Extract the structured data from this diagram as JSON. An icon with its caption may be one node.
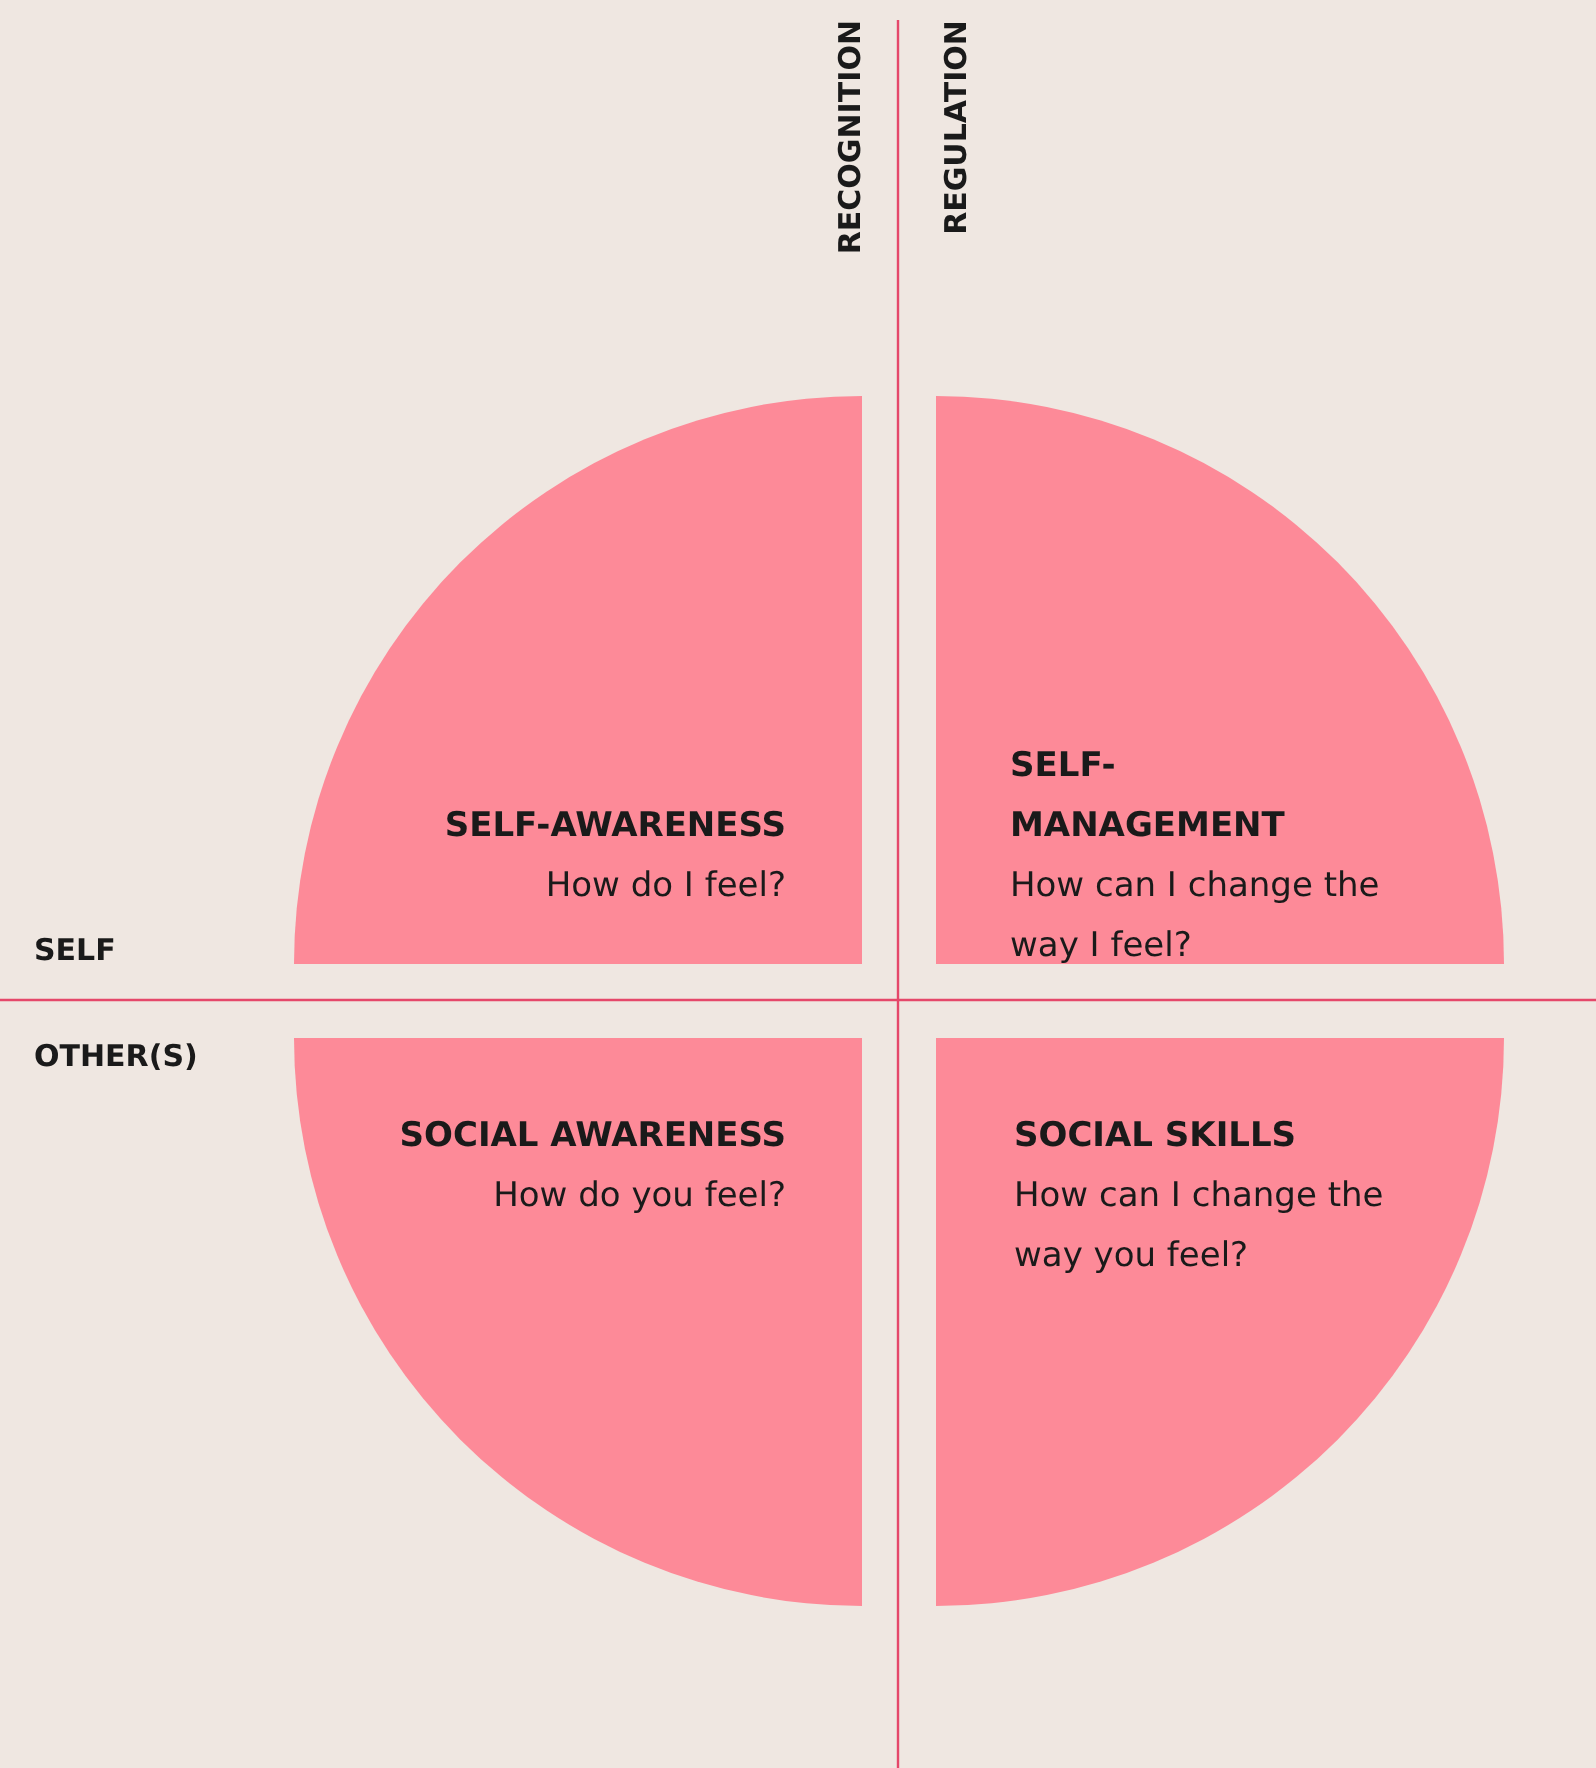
{
  "diagram": {
    "nodes": [
      {
        "text": [
          "SELF-AWARENESS",
          "How do I feel?"
        ]
      },
      {
        "text": [
          "SELF-MANAGEMENT",
          "How can I change the way I feel?"
        ]
      },
      {
        "text": [
          "SOCIAL AWARENESS",
          "How do you feel?"
        ]
      },
      {
        "text": [
          "SOCIAL SKILLS",
          "How can I change the way you feel?"
        ]
      }
    ],
    "labels": [
      "RECOGNITION",
      "REGULATION",
      "SELF",
      "OTHER(S)"
    ]
  }
}
